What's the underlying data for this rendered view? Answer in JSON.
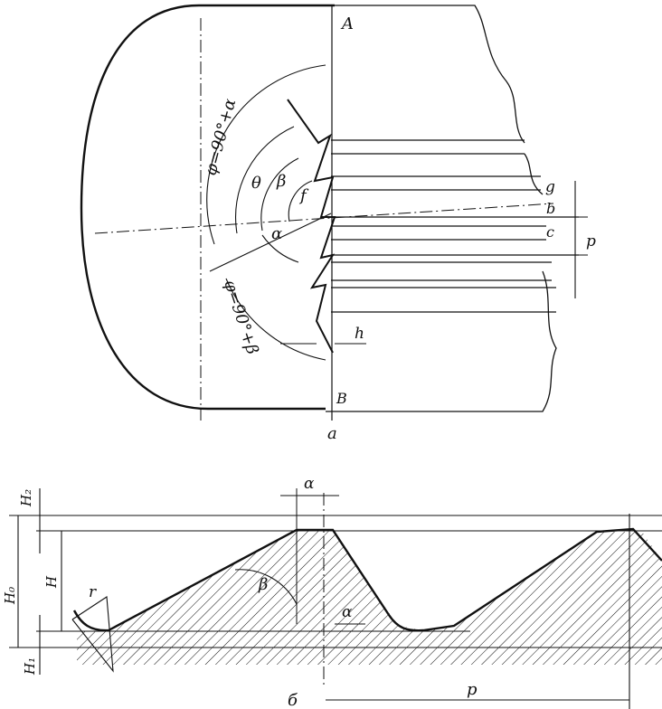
{
  "figure_a": {
    "labels": {
      "A": "A",
      "B": "B",
      "phi_top": "φ=90°+α",
      "phi_bottom": "φ=90°+β",
      "theta": "θ",
      "beta": "β",
      "alpha": "α",
      "f": "f",
      "g": "g",
      "b": "b",
      "c": "c",
      "p": "p",
      "h": "h"
    },
    "caption": "a"
  },
  "figure_b": {
    "labels": {
      "H2": "H₂",
      "H0": "H₀",
      "H": "H",
      "H1": "H₁",
      "r": "r",
      "beta": "β",
      "alpha_top": "α",
      "alpha_mid": "α",
      "p": "p"
    },
    "caption": "б"
  }
}
